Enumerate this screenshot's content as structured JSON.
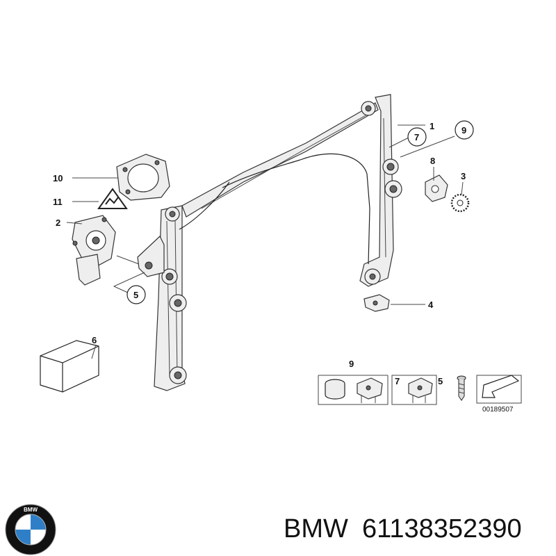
{
  "diagram": {
    "callouts": {
      "c1": "1",
      "c7a": "7",
      "c9a": "9",
      "c8": "8",
      "c3": "3",
      "c10": "10",
      "c11": "11",
      "c2": "2",
      "c5a": "5",
      "c4": "4",
      "c6": "6",
      "c9b": "9",
      "c7b": "7",
      "c5b": "5"
    },
    "reference_code": "00189507"
  },
  "footer": {
    "brand": "BMW",
    "part_number": "61138352390"
  },
  "logo": {
    "name": "bmw-logo-icon",
    "letters": "BMW",
    "colors": {
      "blue": "#2f7fc8",
      "white": "#ffffff",
      "ring": "#111111"
    }
  }
}
